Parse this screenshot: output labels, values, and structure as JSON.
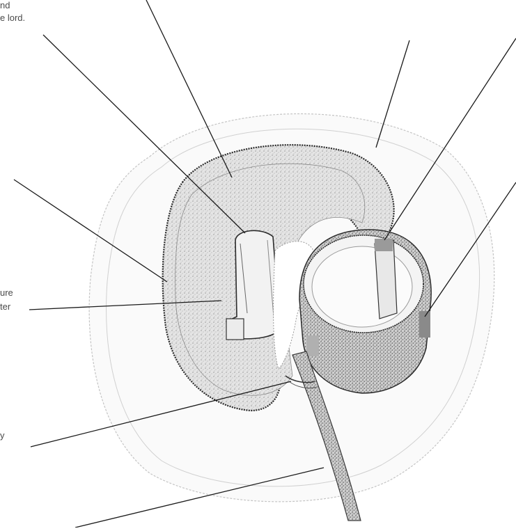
{
  "labels": {
    "top_left_line1": "nd",
    "top_left_line2": "e lord.",
    "left_mid_line1": "ure",
    "left_mid_line2": "ter",
    "left_low": "y"
  },
  "colors": {
    "line": "#1a1a1a",
    "stipple": "#c8c8c8",
    "background": "#ffffff"
  }
}
